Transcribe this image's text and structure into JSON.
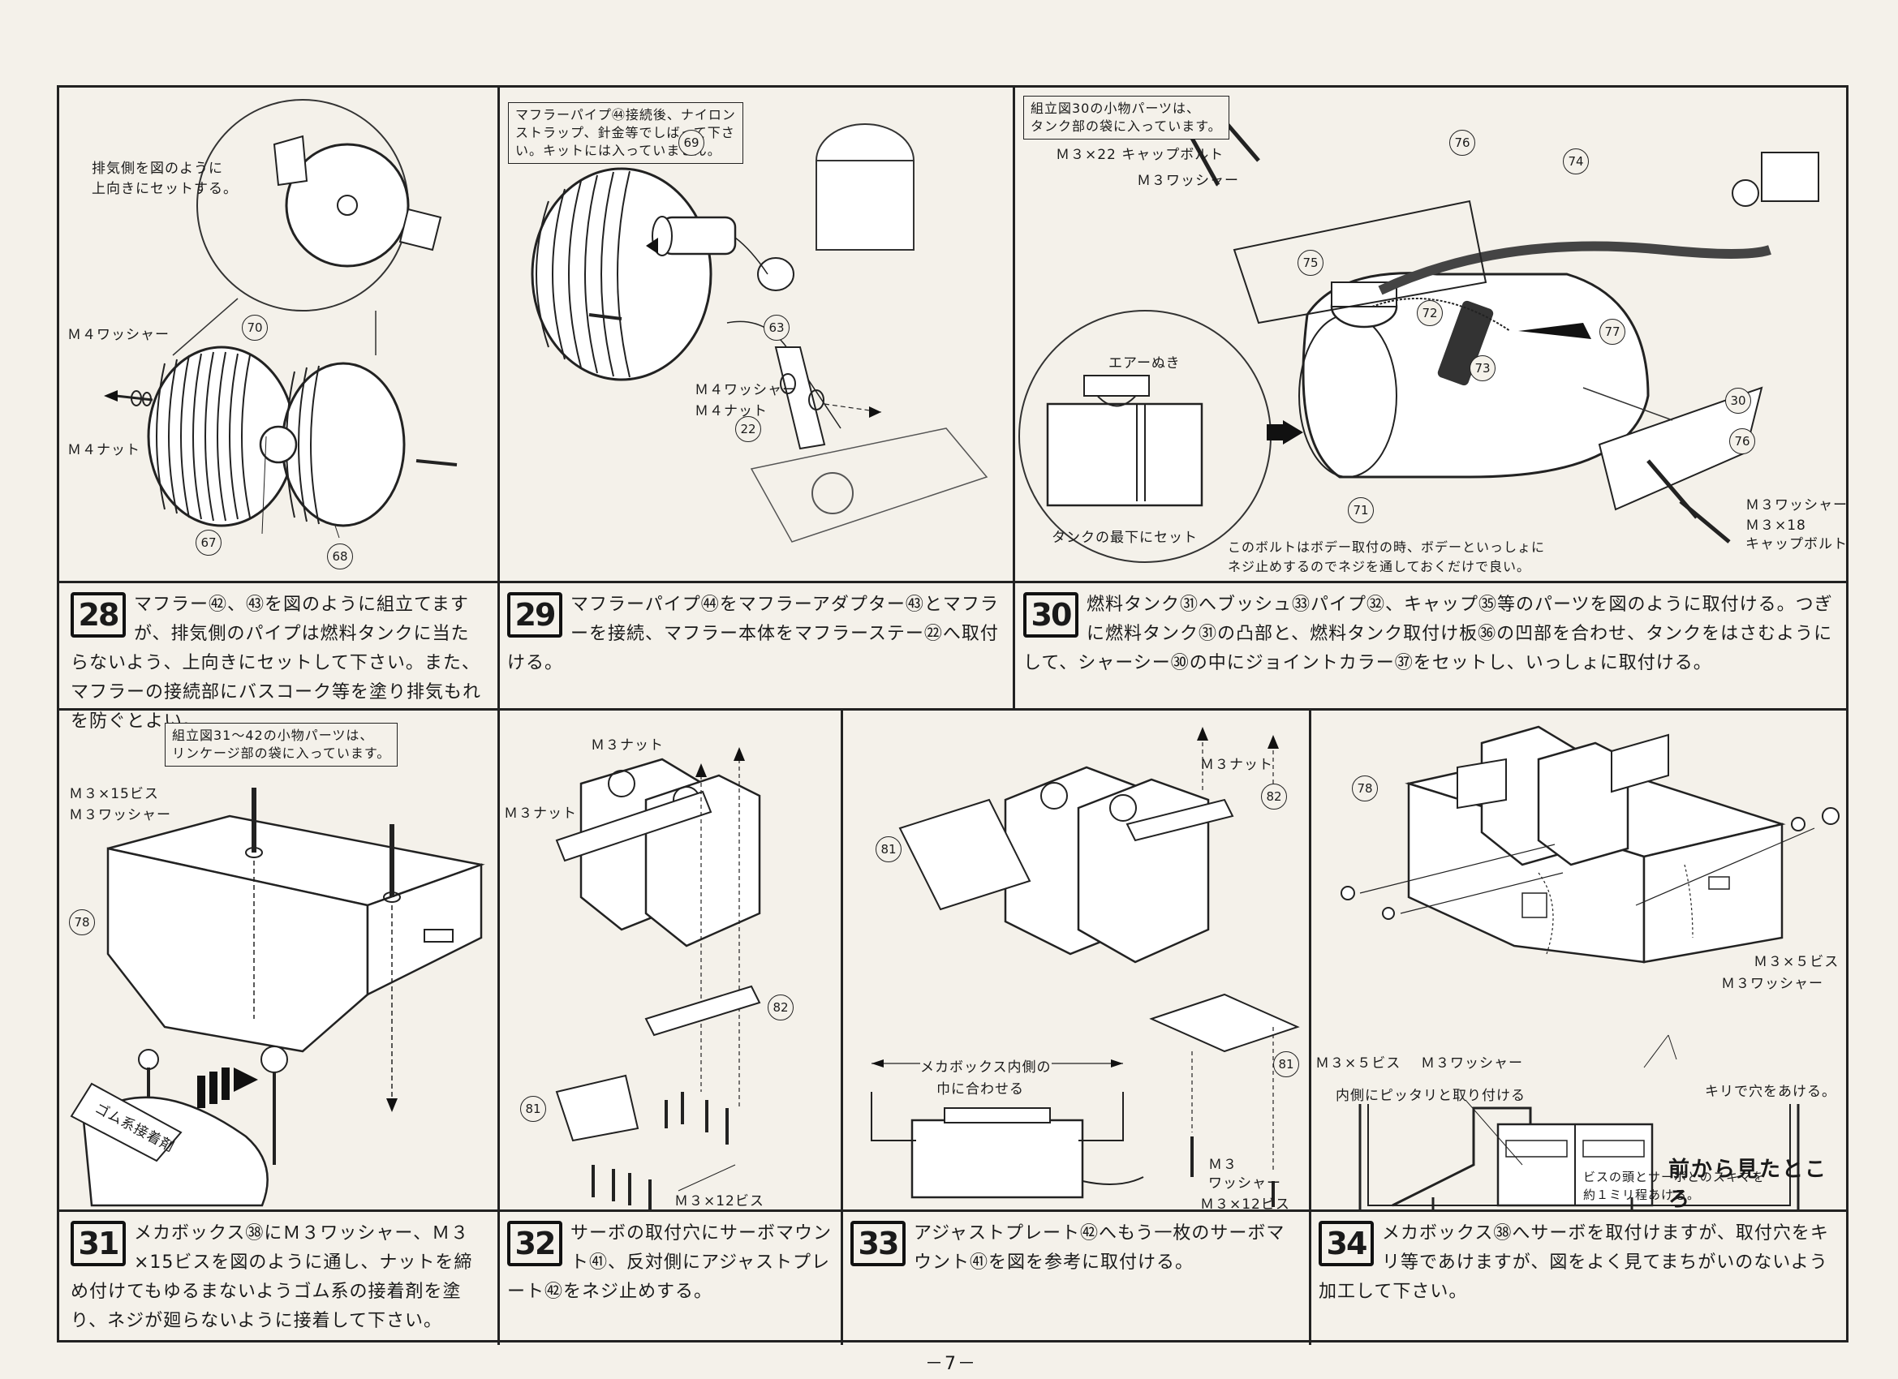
{
  "page_number": "－7－",
  "steps": [
    {
      "num": "28",
      "text": "マフラー㊷、㊸を図のように組立てますが、排気側のパイプは燃料タンクに当たらないよう、上向きにセットして下さい。また、マフラーの接続部にバスコーク等を塗り排気もれを防ぐとよい。"
    },
    {
      "num": "29",
      "text": "マフラーパイプ㊹をマフラーアダプター㊸とマフラーを接続、マフラー本体をマフラーステー㉒へ取付ける。"
    },
    {
      "num": "30",
      "text": "燃料タンク㉛へブッシュ㉝パイプ㉜、キャップ㉟等のパーツを図のように取付ける。つぎに燃料タンク㉛の凸部と、燃料タンク取付け板㊱の凹部を合わせ、タンクをはさむようにして、シャーシー㉚の中にジョイントカラー㊲をセットし、いっしょに取付ける。"
    },
    {
      "num": "31",
      "text": "メカボックス㊳にＭ３ワッシャー、Ｍ３×15ビスを図のように通し、ナットを締め付けてもゆるまないようゴム系の接着剤を塗り、ネジが廻らないように接着して下さい。"
    },
    {
      "num": "32",
      "text": "サーボの取付穴にサーボマウント㊶、反対側にアジャストプレート㊷をネジ止めする。"
    },
    {
      "num": "33",
      "text": "アジャストプレート㊷へもう一枚のサーボマウント㊶を図を参考に取付ける。"
    },
    {
      "num": "34",
      "text": "メカボックス㊳へサーボを取付けますが、取付穴をキリ等であけますが、図をよく見てまちがいのないよう加工して下さい。"
    }
  ],
  "panel28": {
    "note1": "排気側を図のように",
    "note2": "上向きにセットする。",
    "washer": "Ｍ４ワッシャー",
    "nut": "Ｍ４ナット",
    "parts": [
      "70",
      "67",
      "68"
    ]
  },
  "panel29": {
    "note1": "マフラーパイプ㊹接続後、ナイロン",
    "note2": "ストラップ、針金等でしばって下さ",
    "note3": "い。キットには入っていません。",
    "washer": "Ｍ４ワッシャー",
    "nut": "Ｍ４ナット",
    "parts": [
      "69",
      "63",
      "22"
    ]
  },
  "panel30": {
    "note1": "組立図30の小物パーツは、",
    "note2": "タンク部の袋に入っています。",
    "bolt22": "Ｍ３×22 キャップボルト",
    "washer_a": "Ｍ３ワッシャー",
    "air": "エアーぬき",
    "tank_bottom": "タンクの最下にセット",
    "bolt_note1": "このボルトはボデー取付の時、ボデーといっしょに",
    "bolt_note2": "ネジ止めするのでネジを通しておくだけで良い。",
    "washer_b": "Ｍ３ワッシャー",
    "bolt18a": "Ｍ３×18",
    "bolt18b": "キャップボルト",
    "parts": [
      "76",
      "74",
      "75",
      "72",
      "77",
      "73",
      "30",
      "76",
      "71"
    ]
  },
  "panel31": {
    "note1": "組立図31～42の小物パーツは、",
    "note2": "リンケージ部の袋に入っています。",
    "screw": "Ｍ３×15ビス",
    "washer": "Ｍ３ワッシャー",
    "glue": "ゴム系接着剤",
    "parts": [
      "78"
    ]
  },
  "panel32": {
    "nut_a": "Ｍ３ナット",
    "nut_b": "Ｍ３ナット",
    "screw": "Ｍ３×12ビス",
    "parts": [
      "82",
      "81"
    ]
  },
  "panel33": {
    "nut": "Ｍ３ナット",
    "match1": "メカボックス内側の",
    "match2": "巾に合わせる",
    "washer1": "Ｍ３",
    "washer2": "ワッシャー",
    "screw": "Ｍ３×12ビス",
    "parts": [
      "82",
      "81",
      "81"
    ]
  },
  "panel34": {
    "screw_a": "Ｍ３×５ビス",
    "washer_a": "Ｍ３ワッシャー",
    "screw_b": "Ｍ３×５ビス",
    "washer_b": "Ｍ３ワッシャー",
    "inner": "内側にピッタリと取り付ける",
    "drill": "キリで穴をあける。",
    "front": "前から見たところ",
    "gap1": "ビスの頭とサーボとのスキマを",
    "gap2": "約１ミリ程あける。",
    "parts": [
      "78"
    ]
  }
}
